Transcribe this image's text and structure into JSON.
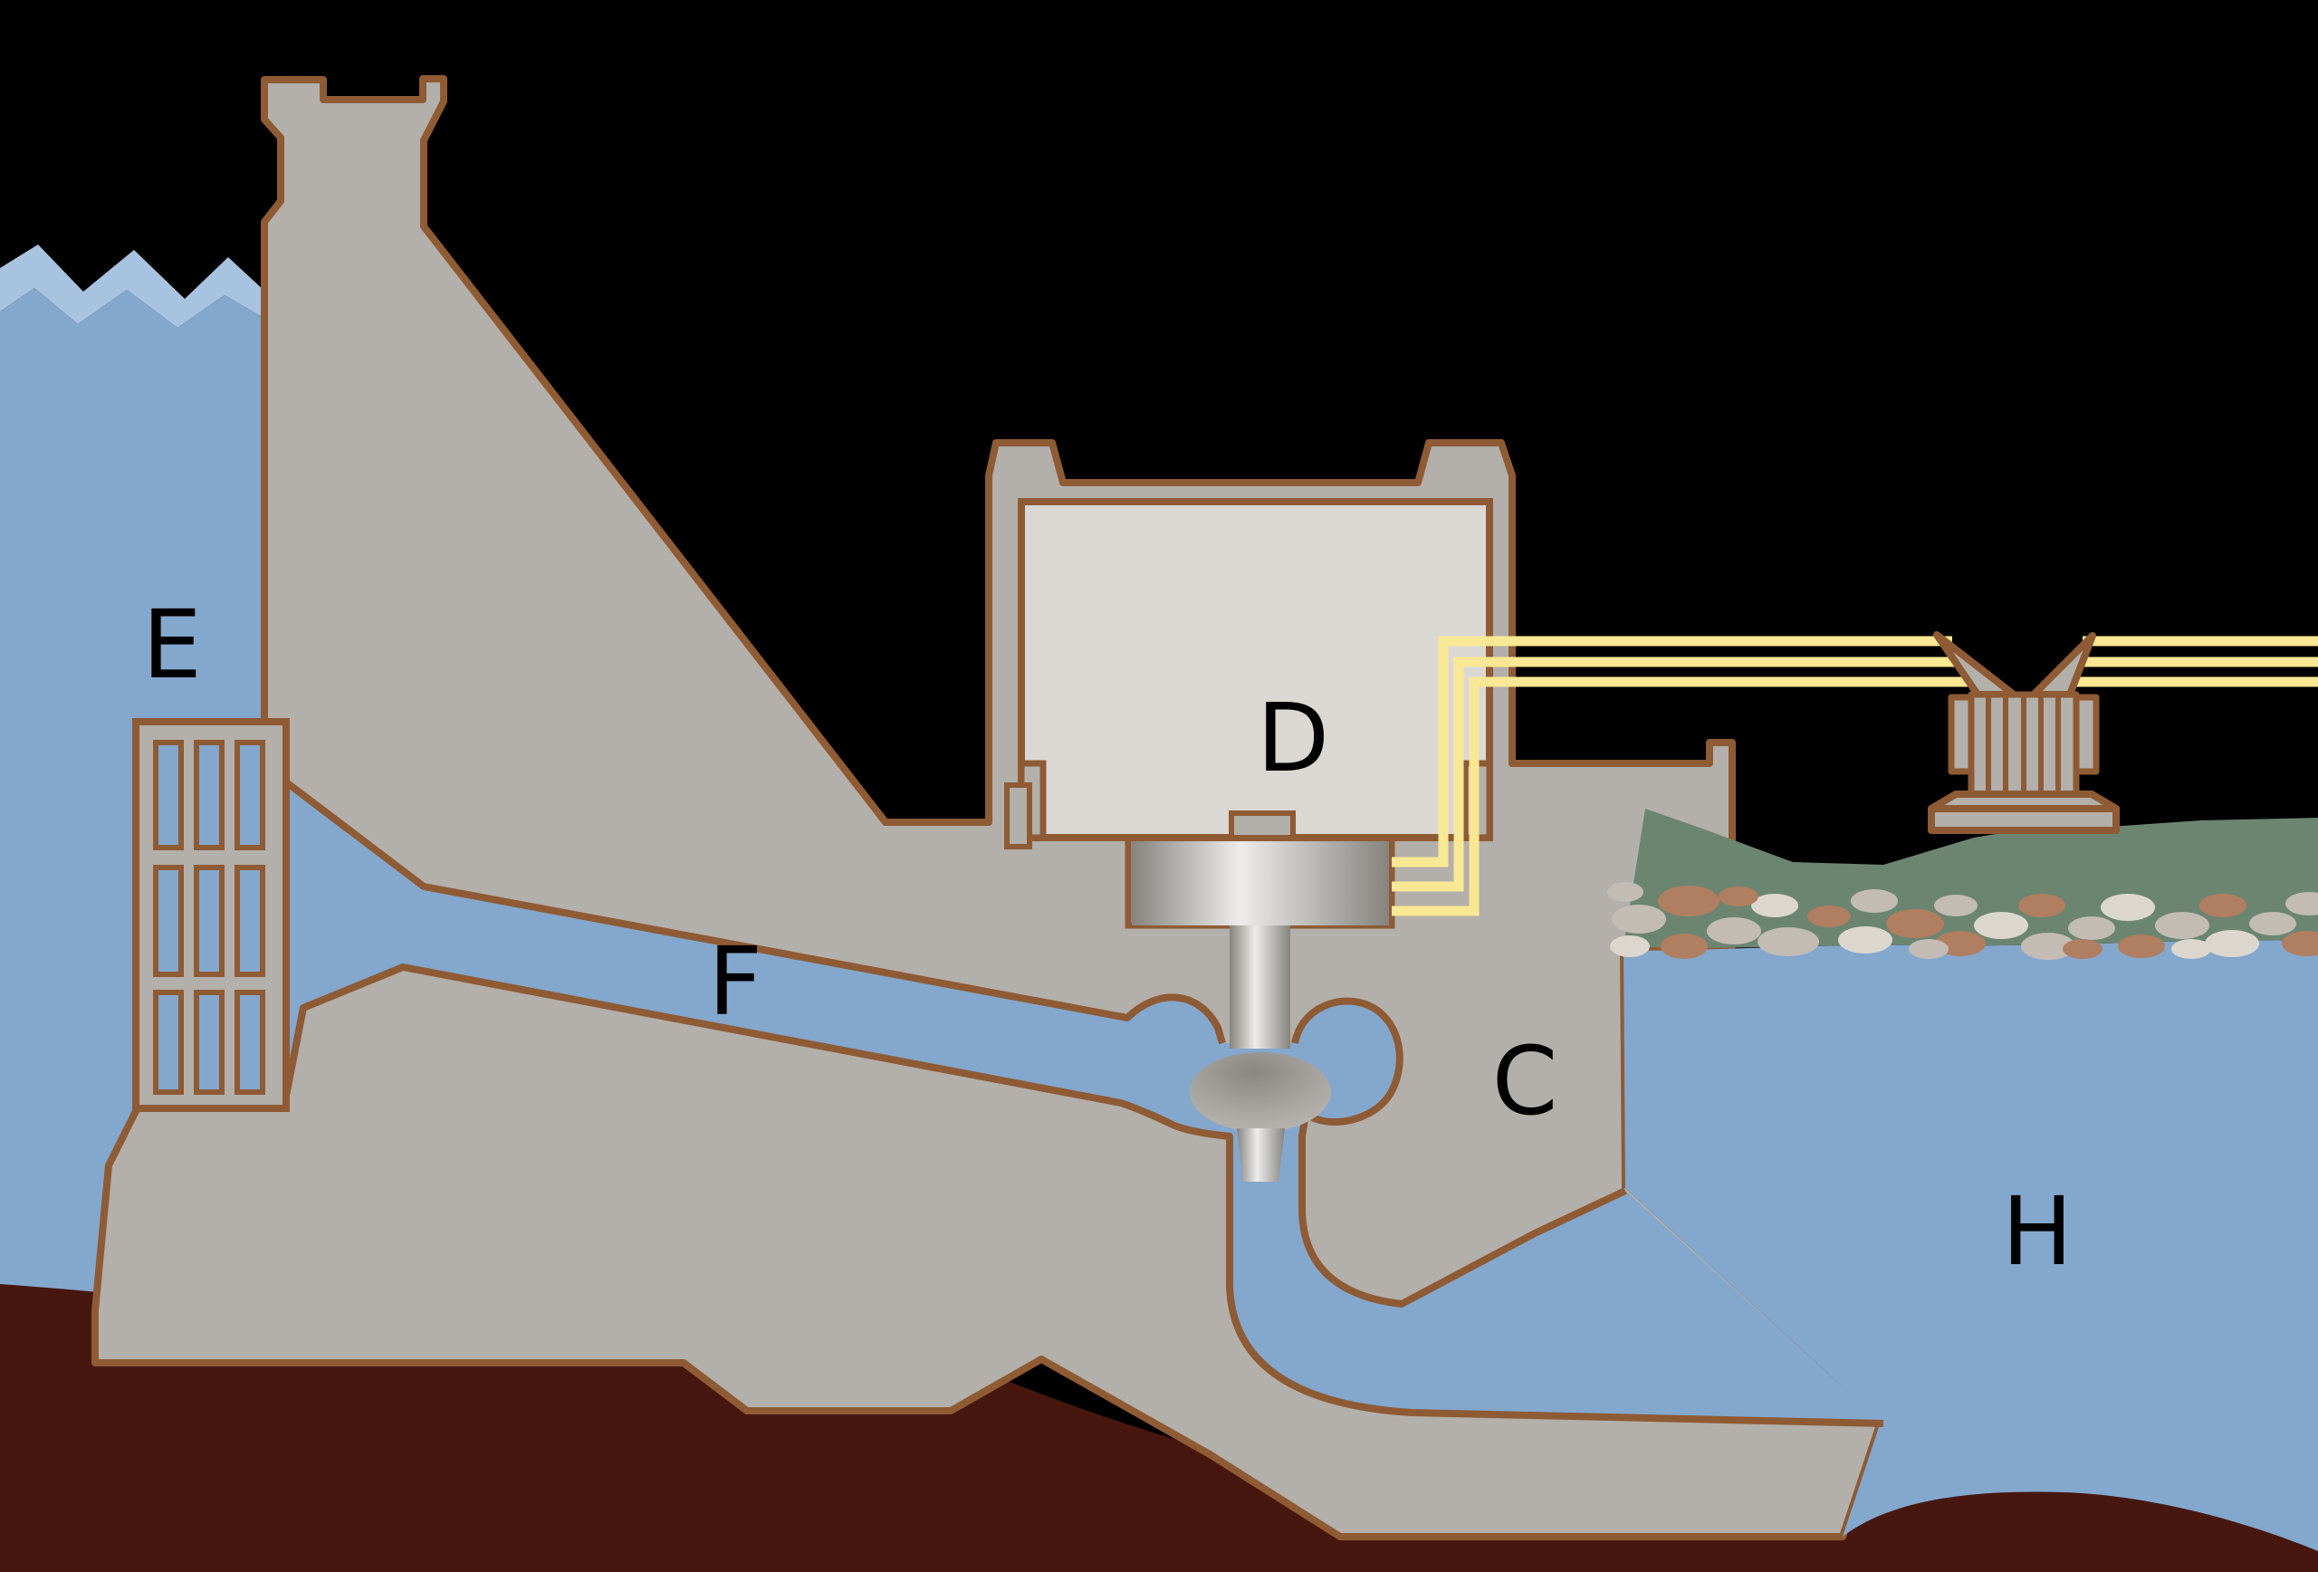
{
  "diagram": {
    "kind": "hydroelectric-dam-cross-section"
  },
  "labels": {
    "intake_label": "E",
    "generator_label": "D",
    "penstock_label": "F",
    "turbine_label": "C",
    "tailwater_label": "H"
  },
  "colors": {
    "background": "#000000",
    "water": "#84A7CD",
    "water_light": "#A8C3E0",
    "concrete": "#B3AFAA",
    "concrete_light": "#DBD8D4",
    "outline": "#8E5B35",
    "wire": "#F9E893",
    "bank_green": "#6C8571",
    "ground": "#47170F",
    "rock_gray": "#C2BCB4",
    "rock_rust": "#B07E60",
    "rock_cream": "#DCD7CE",
    "metal_dark": "#8F8D8B",
    "metal_light": "#EDECEB",
    "label": "#000000"
  }
}
